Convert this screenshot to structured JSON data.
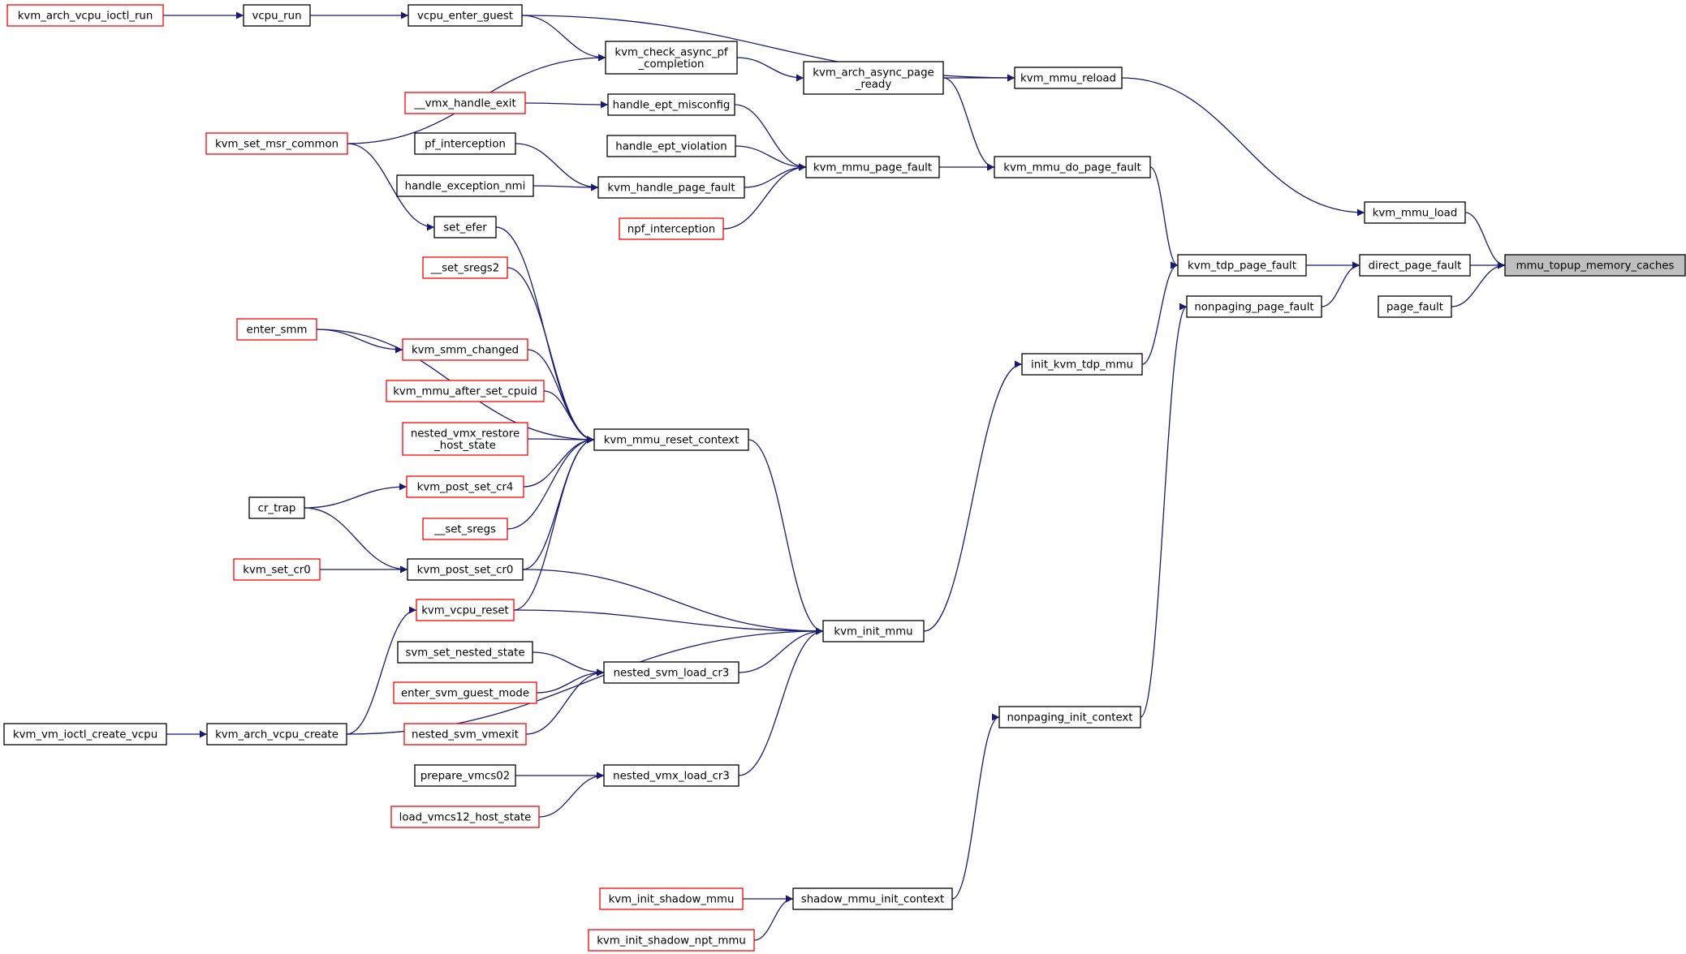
{
  "diagram": {
    "colors": {
      "edge": "#191970",
      "box_border_default": "#000000",
      "box_border_truncated": "#ff0000",
      "box_fill_root": "#bfbfbf",
      "box_fill": "#ffffff"
    },
    "nodes": [
      {
        "id": "mmu_topup_memory_caches",
        "lines": [
          "mmu_topup_memory_caches"
        ],
        "style": "root"
      },
      {
        "id": "direct_page_fault",
        "lines": [
          "direct_page_fault"
        ],
        "style": "black"
      },
      {
        "id": "kvm_mmu_load",
        "lines": [
          "kvm_mmu_load"
        ],
        "style": "black"
      },
      {
        "id": "page_fault",
        "lines": [
          "page_fault"
        ],
        "style": "black"
      },
      {
        "id": "kvm_tdp_page_fault",
        "lines": [
          "kvm_tdp_page_fault"
        ],
        "style": "black"
      },
      {
        "id": "nonpaging_page_fault",
        "lines": [
          "nonpaging_page_fault"
        ],
        "style": "black"
      },
      {
        "id": "kvm_mmu_reload",
        "lines": [
          "kvm_mmu_reload"
        ],
        "style": "black"
      },
      {
        "id": "kvm_mmu_do_page_fault",
        "lines": [
          "kvm_mmu_do_page_fault"
        ],
        "style": "black"
      },
      {
        "id": "init_kvm_tdp_mmu",
        "lines": [
          "init_kvm_tdp_mmu"
        ],
        "style": "black"
      },
      {
        "id": "nonpaging_init_context",
        "lines": [
          "nonpaging_init_context"
        ],
        "style": "black"
      },
      {
        "id": "kvm_arch_async_page_ready",
        "lines": [
          "kvm_arch_async_page",
          "_ready"
        ],
        "style": "black"
      },
      {
        "id": "kvm_mmu_page_fault",
        "lines": [
          "kvm_mmu_page_fault"
        ],
        "style": "black"
      },
      {
        "id": "kvm_init_mmu",
        "lines": [
          "kvm_init_mmu"
        ],
        "style": "black"
      },
      {
        "id": "shadow_mmu_init_context",
        "lines": [
          "shadow_mmu_init_context"
        ],
        "style": "black"
      },
      {
        "id": "vcpu_enter_guest",
        "lines": [
          "vcpu_enter_guest"
        ],
        "style": "black"
      },
      {
        "id": "kvm_check_async_pf_completion",
        "lines": [
          "kvm_check_async_pf",
          "_completion"
        ],
        "style": "black"
      },
      {
        "id": "handle_ept_misconfig",
        "lines": [
          "handle_ept_misconfig"
        ],
        "style": "black"
      },
      {
        "id": "handle_ept_violation",
        "lines": [
          "handle_ept_violation"
        ],
        "style": "black"
      },
      {
        "id": "kvm_handle_page_fault",
        "lines": [
          "kvm_handle_page_fault"
        ],
        "style": "black"
      },
      {
        "id": "npf_interception",
        "lines": [
          "npf_interception"
        ],
        "style": "red"
      },
      {
        "id": "kvm_mmu_reset_context",
        "lines": [
          "kvm_mmu_reset_context"
        ],
        "style": "black"
      },
      {
        "id": "kvm_post_set_cr0",
        "lines": [
          "kvm_post_set_cr0"
        ],
        "style": "black"
      },
      {
        "id": "kvm_vcpu_reset",
        "lines": [
          "kvm_vcpu_reset"
        ],
        "style": "red"
      },
      {
        "id": "nested_svm_load_cr3",
        "lines": [
          "nested_svm_load_cr3"
        ],
        "style": "black"
      },
      {
        "id": "nested_vmx_load_cr3",
        "lines": [
          "nested_vmx_load_cr3"
        ],
        "style": "black"
      },
      {
        "id": "kvm_init_shadow_mmu",
        "lines": [
          "kvm_init_shadow_mmu"
        ],
        "style": "red"
      },
      {
        "id": "kvm_init_shadow_npt_mmu",
        "lines": [
          "kvm_init_shadow_npt_mmu"
        ],
        "style": "red"
      },
      {
        "id": "vcpu_run",
        "lines": [
          "vcpu_run"
        ],
        "style": "black"
      },
      {
        "id": "kvm_arch_vcpu_ioctl_run",
        "lines": [
          "kvm_arch_vcpu_ioctl_run"
        ],
        "style": "red"
      },
      {
        "id": "kvm_set_msr_common",
        "lines": [
          "kvm_set_msr_common"
        ],
        "style": "red"
      },
      {
        "id": "vmx_handle_exit",
        "lines": [
          "__vmx_handle_exit"
        ],
        "style": "red"
      },
      {
        "id": "pf_interception",
        "lines": [
          "pf_interception"
        ],
        "style": "black"
      },
      {
        "id": "handle_exception_nmi",
        "lines": [
          "handle_exception_nmi"
        ],
        "style": "black"
      },
      {
        "id": "set_efer",
        "lines": [
          "set_efer"
        ],
        "style": "black"
      },
      {
        "id": "set_sregs2",
        "lines": [
          "__set_sregs2"
        ],
        "style": "red"
      },
      {
        "id": "enter_smm",
        "lines": [
          "enter_smm"
        ],
        "style": "red"
      },
      {
        "id": "kvm_smm_changed",
        "lines": [
          "kvm_smm_changed"
        ],
        "style": "red"
      },
      {
        "id": "kvm_mmu_after_set_cpuid",
        "lines": [
          "kvm_mmu_after_set_cpuid"
        ],
        "style": "red"
      },
      {
        "id": "nested_vmx_restore_host_state",
        "lines": [
          "nested_vmx_restore",
          "_host_state"
        ],
        "style": "red"
      },
      {
        "id": "kvm_post_set_cr4",
        "lines": [
          "kvm_post_set_cr4"
        ],
        "style": "red"
      },
      {
        "id": "cr_trap",
        "lines": [
          "cr_trap"
        ],
        "style": "black"
      },
      {
        "id": "set_sregs",
        "lines": [
          "__set_sregs"
        ],
        "style": "red"
      },
      {
        "id": "kvm_set_cr0",
        "lines": [
          "kvm_set_cr0"
        ],
        "style": "red"
      },
      {
        "id": "svm_set_nested_state",
        "lines": [
          "svm_set_nested_state"
        ],
        "style": "black"
      },
      {
        "id": "enter_svm_guest_mode",
        "lines": [
          "enter_svm_guest_mode"
        ],
        "style": "red"
      },
      {
        "id": "nested_svm_vmexit",
        "lines": [
          "nested_svm_vmexit"
        ],
        "style": "red"
      },
      {
        "id": "kvm_arch_vcpu_create",
        "lines": [
          "kvm_arch_vcpu_create"
        ],
        "style": "black"
      },
      {
        "id": "kvm_vm_ioctl_create_vcpu",
        "lines": [
          "kvm_vm_ioctl_create_vcpu"
        ],
        "style": "black"
      },
      {
        "id": "prepare_vmcs02",
        "lines": [
          "prepare_vmcs02"
        ],
        "style": "black"
      },
      {
        "id": "load_vmcs12_host_state",
        "lines": [
          "load_vmcs12_host_state"
        ],
        "style": "red"
      }
    ],
    "edges": [
      {
        "from": "direct_page_fault",
        "to": "mmu_topup_memory_caches"
      },
      {
        "from": "kvm_mmu_load",
        "to": "mmu_topup_memory_caches"
      },
      {
        "from": "page_fault",
        "to": "mmu_topup_memory_caches"
      },
      {
        "from": "kvm_tdp_page_fault",
        "to": "direct_page_fault"
      },
      {
        "from": "nonpaging_page_fault",
        "to": "direct_page_fault"
      },
      {
        "from": "kvm_mmu_reload",
        "to": "kvm_mmu_load"
      },
      {
        "from": "kvm_mmu_do_page_fault",
        "to": "kvm_tdp_page_fault"
      },
      {
        "from": "init_kvm_tdp_mmu",
        "to": "kvm_tdp_page_fault"
      },
      {
        "from": "nonpaging_init_context",
        "to": "nonpaging_page_fault"
      },
      {
        "from": "kvm_arch_async_page_ready",
        "to": "kvm_mmu_reload"
      },
      {
        "from": "vcpu_enter_guest",
        "to": "kvm_mmu_reload"
      },
      {
        "from": "kvm_arch_async_page_ready",
        "to": "kvm_mmu_do_page_fault"
      },
      {
        "from": "kvm_mmu_page_fault",
        "to": "kvm_mmu_do_page_fault"
      },
      {
        "from": "kvm_init_mmu",
        "to": "init_kvm_tdp_mmu"
      },
      {
        "from": "shadow_mmu_init_context",
        "to": "nonpaging_init_context"
      },
      {
        "from": "kvm_check_async_pf_completion",
        "to": "kvm_arch_async_page_ready"
      },
      {
        "from": "handle_ept_misconfig",
        "to": "kvm_mmu_page_fault"
      },
      {
        "from": "handle_ept_violation",
        "to": "kvm_mmu_page_fault"
      },
      {
        "from": "kvm_handle_page_fault",
        "to": "kvm_mmu_page_fault"
      },
      {
        "from": "npf_interception",
        "to": "kvm_mmu_page_fault"
      },
      {
        "from": "kvm_mmu_reset_context",
        "to": "kvm_init_mmu"
      },
      {
        "from": "kvm_post_set_cr0",
        "to": "kvm_init_mmu"
      },
      {
        "from": "kvm_vcpu_reset",
        "to": "kvm_init_mmu"
      },
      {
        "from": "nested_svm_load_cr3",
        "to": "kvm_init_mmu"
      },
      {
        "from": "nested_vmx_load_cr3",
        "to": "kvm_init_mmu"
      },
      {
        "from": "kvm_arch_vcpu_create",
        "to": "kvm_init_mmu"
      },
      {
        "from": "kvm_init_shadow_mmu",
        "to": "shadow_mmu_init_context"
      },
      {
        "from": "kvm_init_shadow_npt_mmu",
        "to": "shadow_mmu_init_context"
      },
      {
        "from": "vcpu_run",
        "to": "vcpu_enter_guest"
      },
      {
        "from": "kvm_arch_vcpu_ioctl_run",
        "to": "vcpu_run"
      },
      {
        "from": "vcpu_enter_guest",
        "to": "kvm_check_async_pf_completion"
      },
      {
        "from": "kvm_set_msr_common",
        "to": "kvm_check_async_pf_completion"
      },
      {
        "from": "vmx_handle_exit",
        "to": "handle_ept_misconfig"
      },
      {
        "from": "pf_interception",
        "to": "kvm_handle_page_fault"
      },
      {
        "from": "handle_exception_nmi",
        "to": "kvm_handle_page_fault"
      },
      {
        "from": "kvm_set_msr_common",
        "to": "set_efer"
      },
      {
        "from": "set_efer",
        "to": "kvm_mmu_reset_context"
      },
      {
        "from": "set_sregs2",
        "to": "kvm_mmu_reset_context"
      },
      {
        "from": "enter_smm",
        "to": "kvm_mmu_reset_context"
      },
      {
        "from": "kvm_smm_changed",
        "to": "kvm_mmu_reset_context"
      },
      {
        "from": "kvm_mmu_after_set_cpuid",
        "to": "kvm_mmu_reset_context"
      },
      {
        "from": "nested_vmx_restore_host_state",
        "to": "kvm_mmu_reset_context"
      },
      {
        "from": "kvm_post_set_cr4",
        "to": "kvm_mmu_reset_context"
      },
      {
        "from": "set_sregs",
        "to": "kvm_mmu_reset_context"
      },
      {
        "from": "kvm_post_set_cr0",
        "to": "kvm_mmu_reset_context"
      },
      {
        "from": "kvm_vcpu_reset",
        "to": "kvm_mmu_reset_context"
      },
      {
        "from": "enter_smm",
        "to": "kvm_smm_changed"
      },
      {
        "from": "cr_trap",
        "to": "kvm_post_set_cr4"
      },
      {
        "from": "cr_trap",
        "to": "kvm_post_set_cr0"
      },
      {
        "from": "kvm_set_cr0",
        "to": "kvm_post_set_cr0"
      },
      {
        "from": "kvm_arch_vcpu_create",
        "to": "kvm_vcpu_reset"
      },
      {
        "from": "svm_set_nested_state",
        "to": "nested_svm_load_cr3"
      },
      {
        "from": "enter_svm_guest_mode",
        "to": "nested_svm_load_cr3"
      },
      {
        "from": "nested_svm_vmexit",
        "to": "nested_svm_load_cr3"
      },
      {
        "from": "prepare_vmcs02",
        "to": "nested_vmx_load_cr3"
      },
      {
        "from": "load_vmcs12_host_state",
        "to": "nested_vmx_load_cr3"
      },
      {
        "from": "kvm_vm_ioctl_create_vcpu",
        "to": "kvm_arch_vcpu_create"
      }
    ]
  }
}
